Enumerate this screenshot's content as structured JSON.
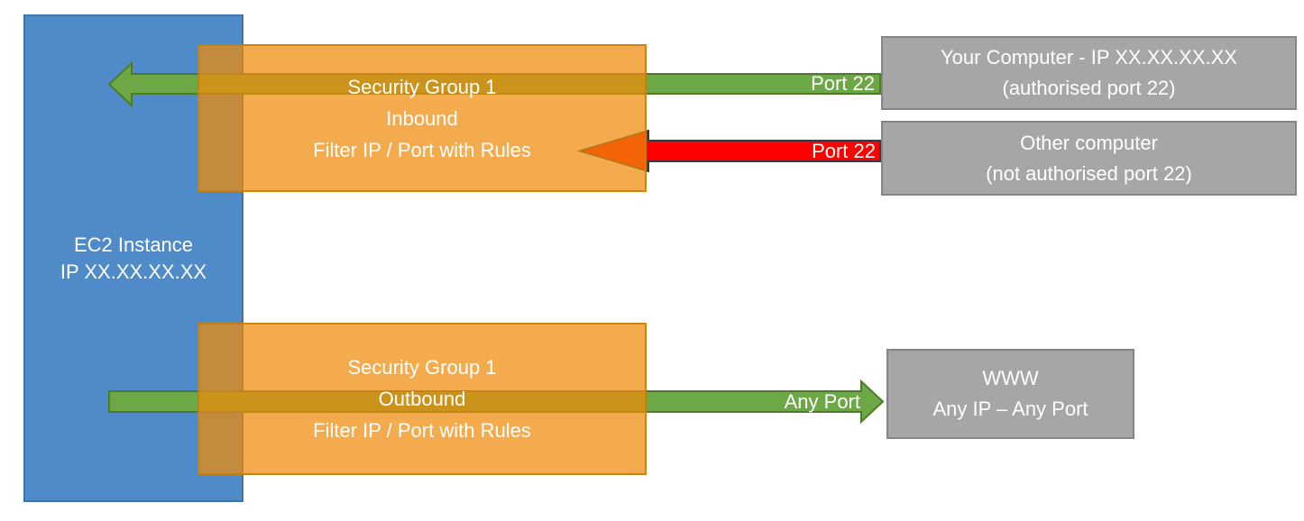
{
  "diagram": {
    "ec2": {
      "line1": "EC2 Instance",
      "line2": "IP XX.XX.XX.XX"
    },
    "sg_inbound": {
      "line1": "Security Group 1",
      "line2": "Inbound",
      "line3": "Filter IP / Port with Rules"
    },
    "sg_outbound": {
      "line1": "Security Group 1",
      "line2": "Outbound",
      "line3": "Filter IP / Port with Rules"
    },
    "your_computer": {
      "line1": "Your Computer - IP XX.XX.XX.XX",
      "line2": "(authorised port 22)"
    },
    "other_computer": {
      "line1": "Other computer",
      "line2": "(not authorised port 22)"
    },
    "www": {
      "line1": "WWW",
      "line2": "Any IP – Any Port"
    },
    "arrow_labels": {
      "inbound_allowed": "Port 22",
      "inbound_blocked": "Port 22",
      "outbound": "Any Port"
    },
    "colors": {
      "ec2_blue": "#4E8BC8",
      "security_group_orange": "#F08B08",
      "allowed_green": "#6DA846",
      "blocked_red": "#FF0000",
      "endpoint_gray": "#A6A6A6",
      "text_white": "#FFFFFF"
    }
  }
}
